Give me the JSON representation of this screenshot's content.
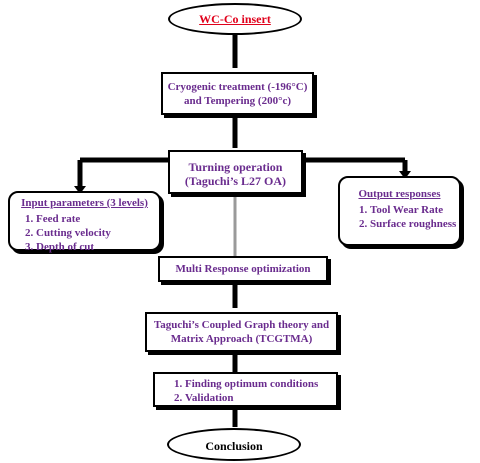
{
  "start": "WC-Co insert",
  "cryo": {
    "line1": "Cryogenic treatment (-196°C)",
    "line2": "and Tempering (200°c)"
  },
  "turning": {
    "line1": "Turning operation",
    "line2": "(Taguchi’s L27 OA)"
  },
  "input": {
    "title": "Input parameters (3 levels)",
    "items": [
      "Feed rate",
      "Cutting velocity",
      "Depth of cut"
    ]
  },
  "output": {
    "title": "Output responses",
    "items": [
      "Tool Wear Rate",
      "Surface roughness"
    ]
  },
  "mro": "Multi Response optimization",
  "tcgtma": {
    "line1": "Taguchi’s Coupled Graph theory and",
    "line2": "Matrix Approach (TCGTMA)"
  },
  "final": {
    "items": [
      "Finding optimum conditions",
      "Validation"
    ]
  },
  "end": "Conclusion"
}
